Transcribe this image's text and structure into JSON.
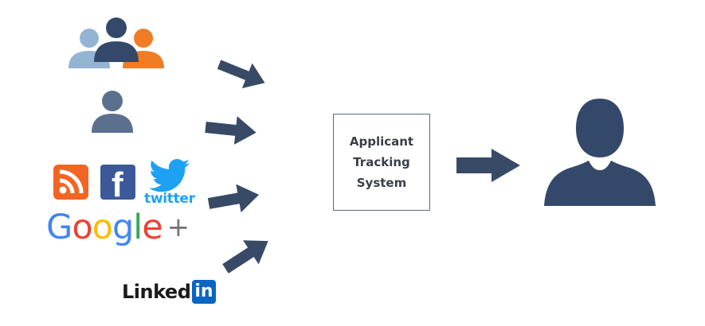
{
  "diagram": {
    "center_box_label": "Applicant\nTracking\nSystem",
    "sources": [
      {
        "name": "group-of-people",
        "icon": "group-icon"
      },
      {
        "name": "single-person",
        "icon": "person-icon"
      },
      {
        "name": "social-media",
        "logos": [
          "rss-icon",
          "facebook-icon",
          "twitter-icon",
          "google-plus-icon"
        ]
      },
      {
        "name": "linkedin",
        "icon": "linkedin-icon"
      }
    ],
    "logos": {
      "facebook_letter": "f",
      "twitter_word": "twitter",
      "google_letters": [
        "G",
        "o",
        "o",
        "g",
        "l",
        "e"
      ],
      "google_plus": "+",
      "linkedin_text": "Linked",
      "linkedin_in": "in"
    },
    "output": {
      "icon": "person-icon"
    }
  },
  "colors": {
    "arrow": "#384a66",
    "person_dark": "#34496a",
    "person_light": "#94b4d4",
    "person_orange": "#f07d26",
    "rss": "#f26522",
    "facebook": "#3b5998",
    "twitter": "#1da1f2",
    "linkedin": "#0a66c2"
  }
}
